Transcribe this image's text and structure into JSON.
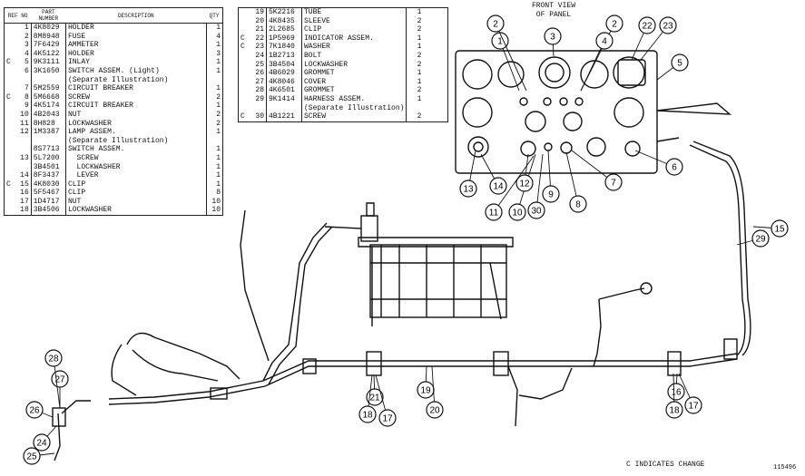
{
  "table_left": {
    "headers": {
      "ref": "REF NO",
      "part": "PART NUMBER",
      "desc": "DESCRIPTION",
      "qty": "QTY"
    },
    "rows": [
      {
        "chg": "",
        "ref": "1",
        "part": "4K8029",
        "desc": "HOLDER",
        "qty": "1"
      },
      {
        "chg": "",
        "ref": "2",
        "part": "8M8948",
        "desc": "FUSE",
        "qty": "4"
      },
      {
        "chg": "",
        "ref": "3",
        "part": "7F6429",
        "desc": "AMMETER",
        "qty": "1"
      },
      {
        "chg": "",
        "ref": "4",
        "part": "4K5122",
        "desc": "HOLDER",
        "qty": "3"
      },
      {
        "chg": "C",
        "ref": "5",
        "part": "9K3111",
        "desc": "INLAY",
        "qty": "1"
      },
      {
        "chg": "",
        "ref": "6",
        "part": "3K1650",
        "desc": "SWITCH ASSEM. (Light)",
        "qty": "1"
      },
      {
        "chg": "",
        "ref": "",
        "part": "",
        "desc": "(Separate Illustration)",
        "qty": ""
      },
      {
        "chg": "",
        "ref": "7",
        "part": "5M2559",
        "desc": "CIRCUIT BREAKER",
        "qty": "1"
      },
      {
        "chg": "C",
        "ref": "8",
        "part": "5M6668",
        "desc": "SCREW",
        "qty": "2"
      },
      {
        "chg": "",
        "ref": "9",
        "part": "4K5174",
        "desc": "CIRCUIT BREAKER",
        "qty": "1"
      },
      {
        "chg": "",
        "ref": "10",
        "part": "4B2043",
        "desc": "NUT",
        "qty": "2"
      },
      {
        "chg": "",
        "ref": "11",
        "part": "8H828",
        "desc": "LOCKWASHER",
        "qty": "2"
      },
      {
        "chg": "",
        "ref": "12",
        "part": "1M3387",
        "desc": "LAMP ASSEM.",
        "qty": "1"
      },
      {
        "chg": "",
        "ref": "",
        "part": "",
        "desc": "(Separate Illustration)",
        "qty": ""
      },
      {
        "chg": "",
        "ref": "",
        "part": "8S7713",
        "desc": "SWITCH ASSEM.",
        "qty": "1"
      },
      {
        "chg": "",
        "ref": "13",
        "part": "5L7200",
        "desc": "  SCREW",
        "qty": "1"
      },
      {
        "chg": "",
        "ref": "",
        "part": "3B4501",
        "desc": "  LOCKWASHER",
        "qty": "1"
      },
      {
        "chg": "",
        "ref": "14",
        "part": "8F3437",
        "desc": "  LEVER",
        "qty": "1"
      },
      {
        "chg": "C",
        "ref": "15",
        "part": "4K8030",
        "desc": "CLIP",
        "qty": "1"
      },
      {
        "chg": "",
        "ref": "16",
        "part": "5F5467",
        "desc": "CLIP",
        "qty": "8"
      },
      {
        "chg": "",
        "ref": "17",
        "part": "1D4717",
        "desc": "NUT",
        "qty": "10"
      },
      {
        "chg": "",
        "ref": "18",
        "part": "3B4506",
        "desc": "LOCKWASHER",
        "qty": "10"
      }
    ]
  },
  "table_right": {
    "rows": [
      {
        "chg": "",
        "ref": "19",
        "part": "5K2216",
        "desc": "TUBE",
        "qty": "1"
      },
      {
        "chg": "",
        "ref": "20",
        "part": "4K8435",
        "desc": "SLEEVE",
        "qty": "2"
      },
      {
        "chg": "",
        "ref": "21",
        "part": "2L2685",
        "desc": "CLIP",
        "qty": "2"
      },
      {
        "chg": "C",
        "ref": "22",
        "part": "1P5969",
        "desc": "INDICATOR ASSEM.",
        "qty": "1"
      },
      {
        "chg": "C",
        "ref": "23",
        "part": "7K1840",
        "desc": "WASHER",
        "qty": "1"
      },
      {
        "chg": "",
        "ref": "24",
        "part": "1B2713",
        "desc": "BOLT",
        "qty": "2"
      },
      {
        "chg": "",
        "ref": "25",
        "part": "3B4504",
        "desc": "LOCKWASHER",
        "qty": "2"
      },
      {
        "chg": "",
        "ref": "26",
        "part": "4B6029",
        "desc": "GROMMET",
        "qty": "1"
      },
      {
        "chg": "",
        "ref": "27",
        "part": "4K8046",
        "desc": "COVER",
        "qty": "1"
      },
      {
        "chg": "",
        "ref": "28",
        "part": "4K6501",
        "desc": "GROMMET",
        "qty": "2"
      },
      {
        "chg": "",
        "ref": "29",
        "part": "9K1414",
        "desc": "HARNESS ASSEM.",
        "qty": "1"
      },
      {
        "chg": "",
        "ref": "",
        "part": "",
        "desc": "(Separate Illustration)",
        "qty": ""
      },
      {
        "chg": "C",
        "ref": "30",
        "part": "4B1221",
        "desc": "SCREW",
        "qty": "2"
      }
    ]
  },
  "panel_caption": {
    "line1": "FRONT VIEW",
    "line2": "OF PANEL"
  },
  "callouts": [
    "1",
    "2",
    "3",
    "2",
    "4",
    "22",
    "23",
    "5",
    "6",
    "7",
    "8",
    "9",
    "30",
    "10",
    "11",
    "12",
    "13",
    "14",
    "15",
    "29",
    "16",
    "17",
    "18",
    "19",
    "20",
    "21",
    "18",
    "17",
    "24",
    "25",
    "26",
    "27",
    "28"
  ],
  "footer": {
    "change_note": "C INDICATES CHANGE",
    "figure_id": "115496"
  }
}
